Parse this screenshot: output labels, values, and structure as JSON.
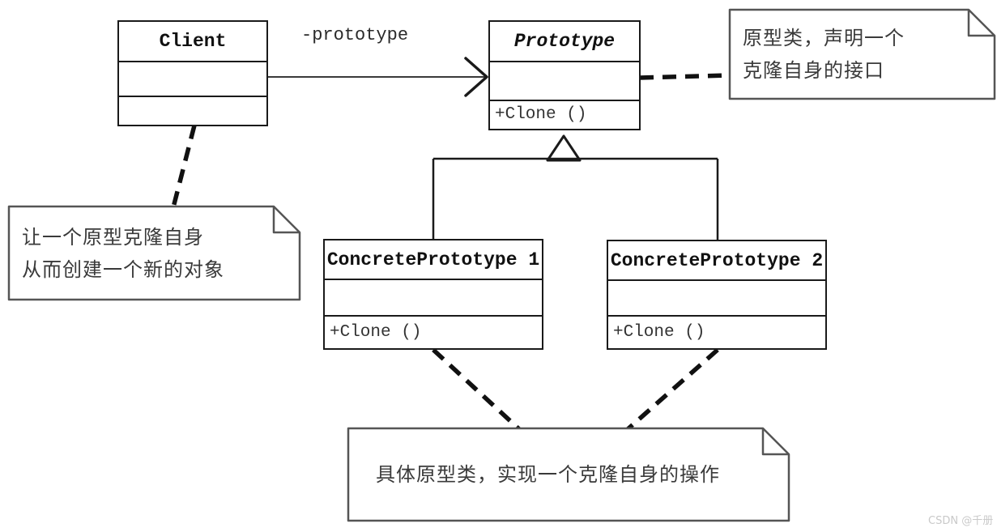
{
  "diagram": {
    "title": "Prototype Pattern UML Class Diagram",
    "stroke_color": "#1a1a1a",
    "note_stroke_color": "#555555",
    "text_color": "#333333"
  },
  "classes": {
    "client": {
      "name": "Client",
      "attributes": "",
      "operations": "",
      "abstract": "false"
    },
    "prototype": {
      "name": "Prototype",
      "attributes": "",
      "operations": "+Clone ()",
      "abstract": "true"
    },
    "concrete1": {
      "name": "ConcretePrototype 1",
      "attributes": "",
      "operations": "+Clone ()",
      "abstract": "false"
    },
    "concrete2": {
      "name": "ConcretePrototype 2",
      "attributes": "",
      "operations": "+Clone ()",
      "abstract": "false"
    }
  },
  "edges": {
    "association_label": "-prototype"
  },
  "notes": {
    "prototype_note": {
      "text": "原型类，声明一个\n克隆自身的接口"
    },
    "client_note": {
      "text": "让一个原型克隆自身\n从而创建一个新的对象"
    },
    "concrete_note": {
      "text": "具体原型类，实现一个克隆自身的操作"
    }
  },
  "watermark": {
    "text": "CSDN @千册"
  }
}
